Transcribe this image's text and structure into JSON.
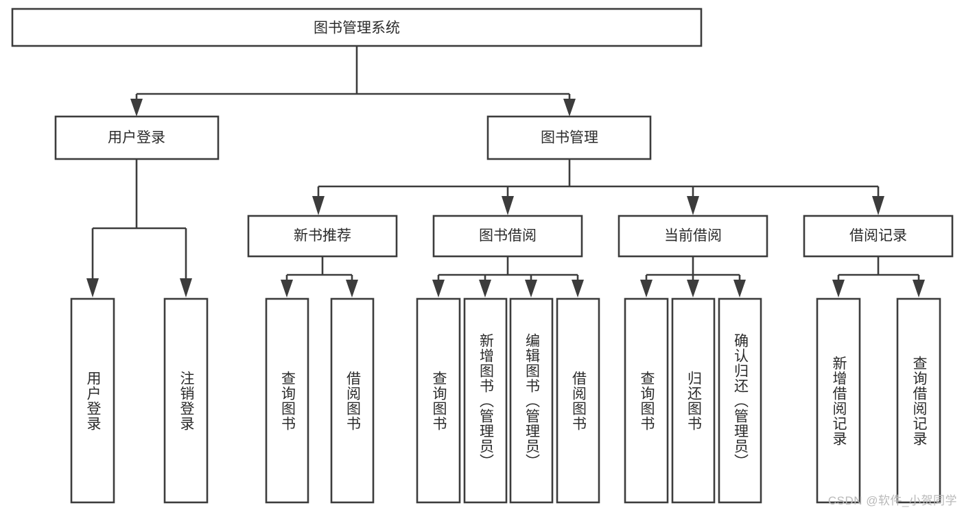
{
  "diagram": {
    "title": "图书管理系统",
    "type": "hierarchy-tree",
    "watermark": "CSDN @软件_小贺同学",
    "colors": {
      "stroke": "#3c3c3c",
      "box_fill": "#ffffff",
      "text": "#2b2b2b",
      "background": "#ffffff",
      "watermark": "#b9b9b9"
    },
    "levels": {
      "root": {
        "label": "图书管理系统"
      },
      "level2": [
        {
          "label": "用户登录"
        },
        {
          "label": "图书管理"
        }
      ],
      "level3": [
        {
          "label": "新书推荐"
        },
        {
          "label": "图书借阅"
        },
        {
          "label": "当前借阅"
        },
        {
          "label": "借阅记录"
        }
      ],
      "leaves": {
        "user_login": [
          {
            "label": "用户登录"
          },
          {
            "label": "注销登录"
          }
        ],
        "new_book_recommend": [
          {
            "label": "查询图书"
          },
          {
            "label": "借阅图书"
          }
        ],
        "book_borrow": [
          {
            "label": "查询图书"
          },
          {
            "label": "新增图书（管理员）"
          },
          {
            "label": "编辑图书（管理员）"
          },
          {
            "label": "借阅图书"
          }
        ],
        "current_borrow": [
          {
            "label": "查询图书"
          },
          {
            "label": "归还图书"
          },
          {
            "label": "确认归还（管理员）"
          }
        ],
        "borrow_record": [
          {
            "label": "新增借阅记录"
          },
          {
            "label": "查询借阅记录"
          }
        ]
      }
    }
  }
}
